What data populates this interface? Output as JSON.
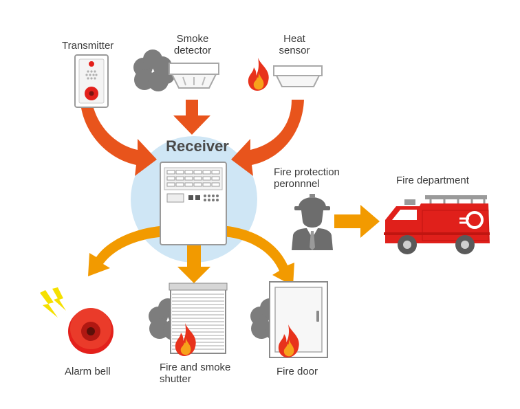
{
  "labels": {
    "transmitter": "Transmitter",
    "smoke_detector_line1": "Smoke",
    "smoke_detector_line2": "detector",
    "heat_sensor_line1": "Heat",
    "heat_sensor_line2": "sensor",
    "receiver": "Receiver",
    "fire_protection_line1": "Fire protection",
    "fire_protection_line2": "peronnnel",
    "fire_department": "Fire department",
    "alarm_bell": "Alarm bell",
    "shutter_line1": "Fire and smoke",
    "shutter_line2": "shutter",
    "fire_door": "Fire door"
  },
  "colors": {
    "input_arrow": "#e8541c",
    "output_arrow": "#f29a00",
    "receiver_halo": "#cfe6f5",
    "smoke": "#7d7d7d",
    "flame_outer": "#e8321c",
    "flame_inner": "#f7a21b",
    "fire_truck": "#e0201b",
    "alarm_bell": "#e3201b",
    "lightning": "#f5e000",
    "text": "#3a3a3a"
  },
  "icons": [
    "transmitter-icon",
    "smoke-detector-icon",
    "heat-sensor-icon",
    "receiver-panel-icon",
    "firefighter-icon",
    "fire-truck-icon",
    "alarm-bell-icon",
    "shutter-icon",
    "fire-door-icon",
    "smoke-icon",
    "flame-icon",
    "lightning-icon"
  ]
}
